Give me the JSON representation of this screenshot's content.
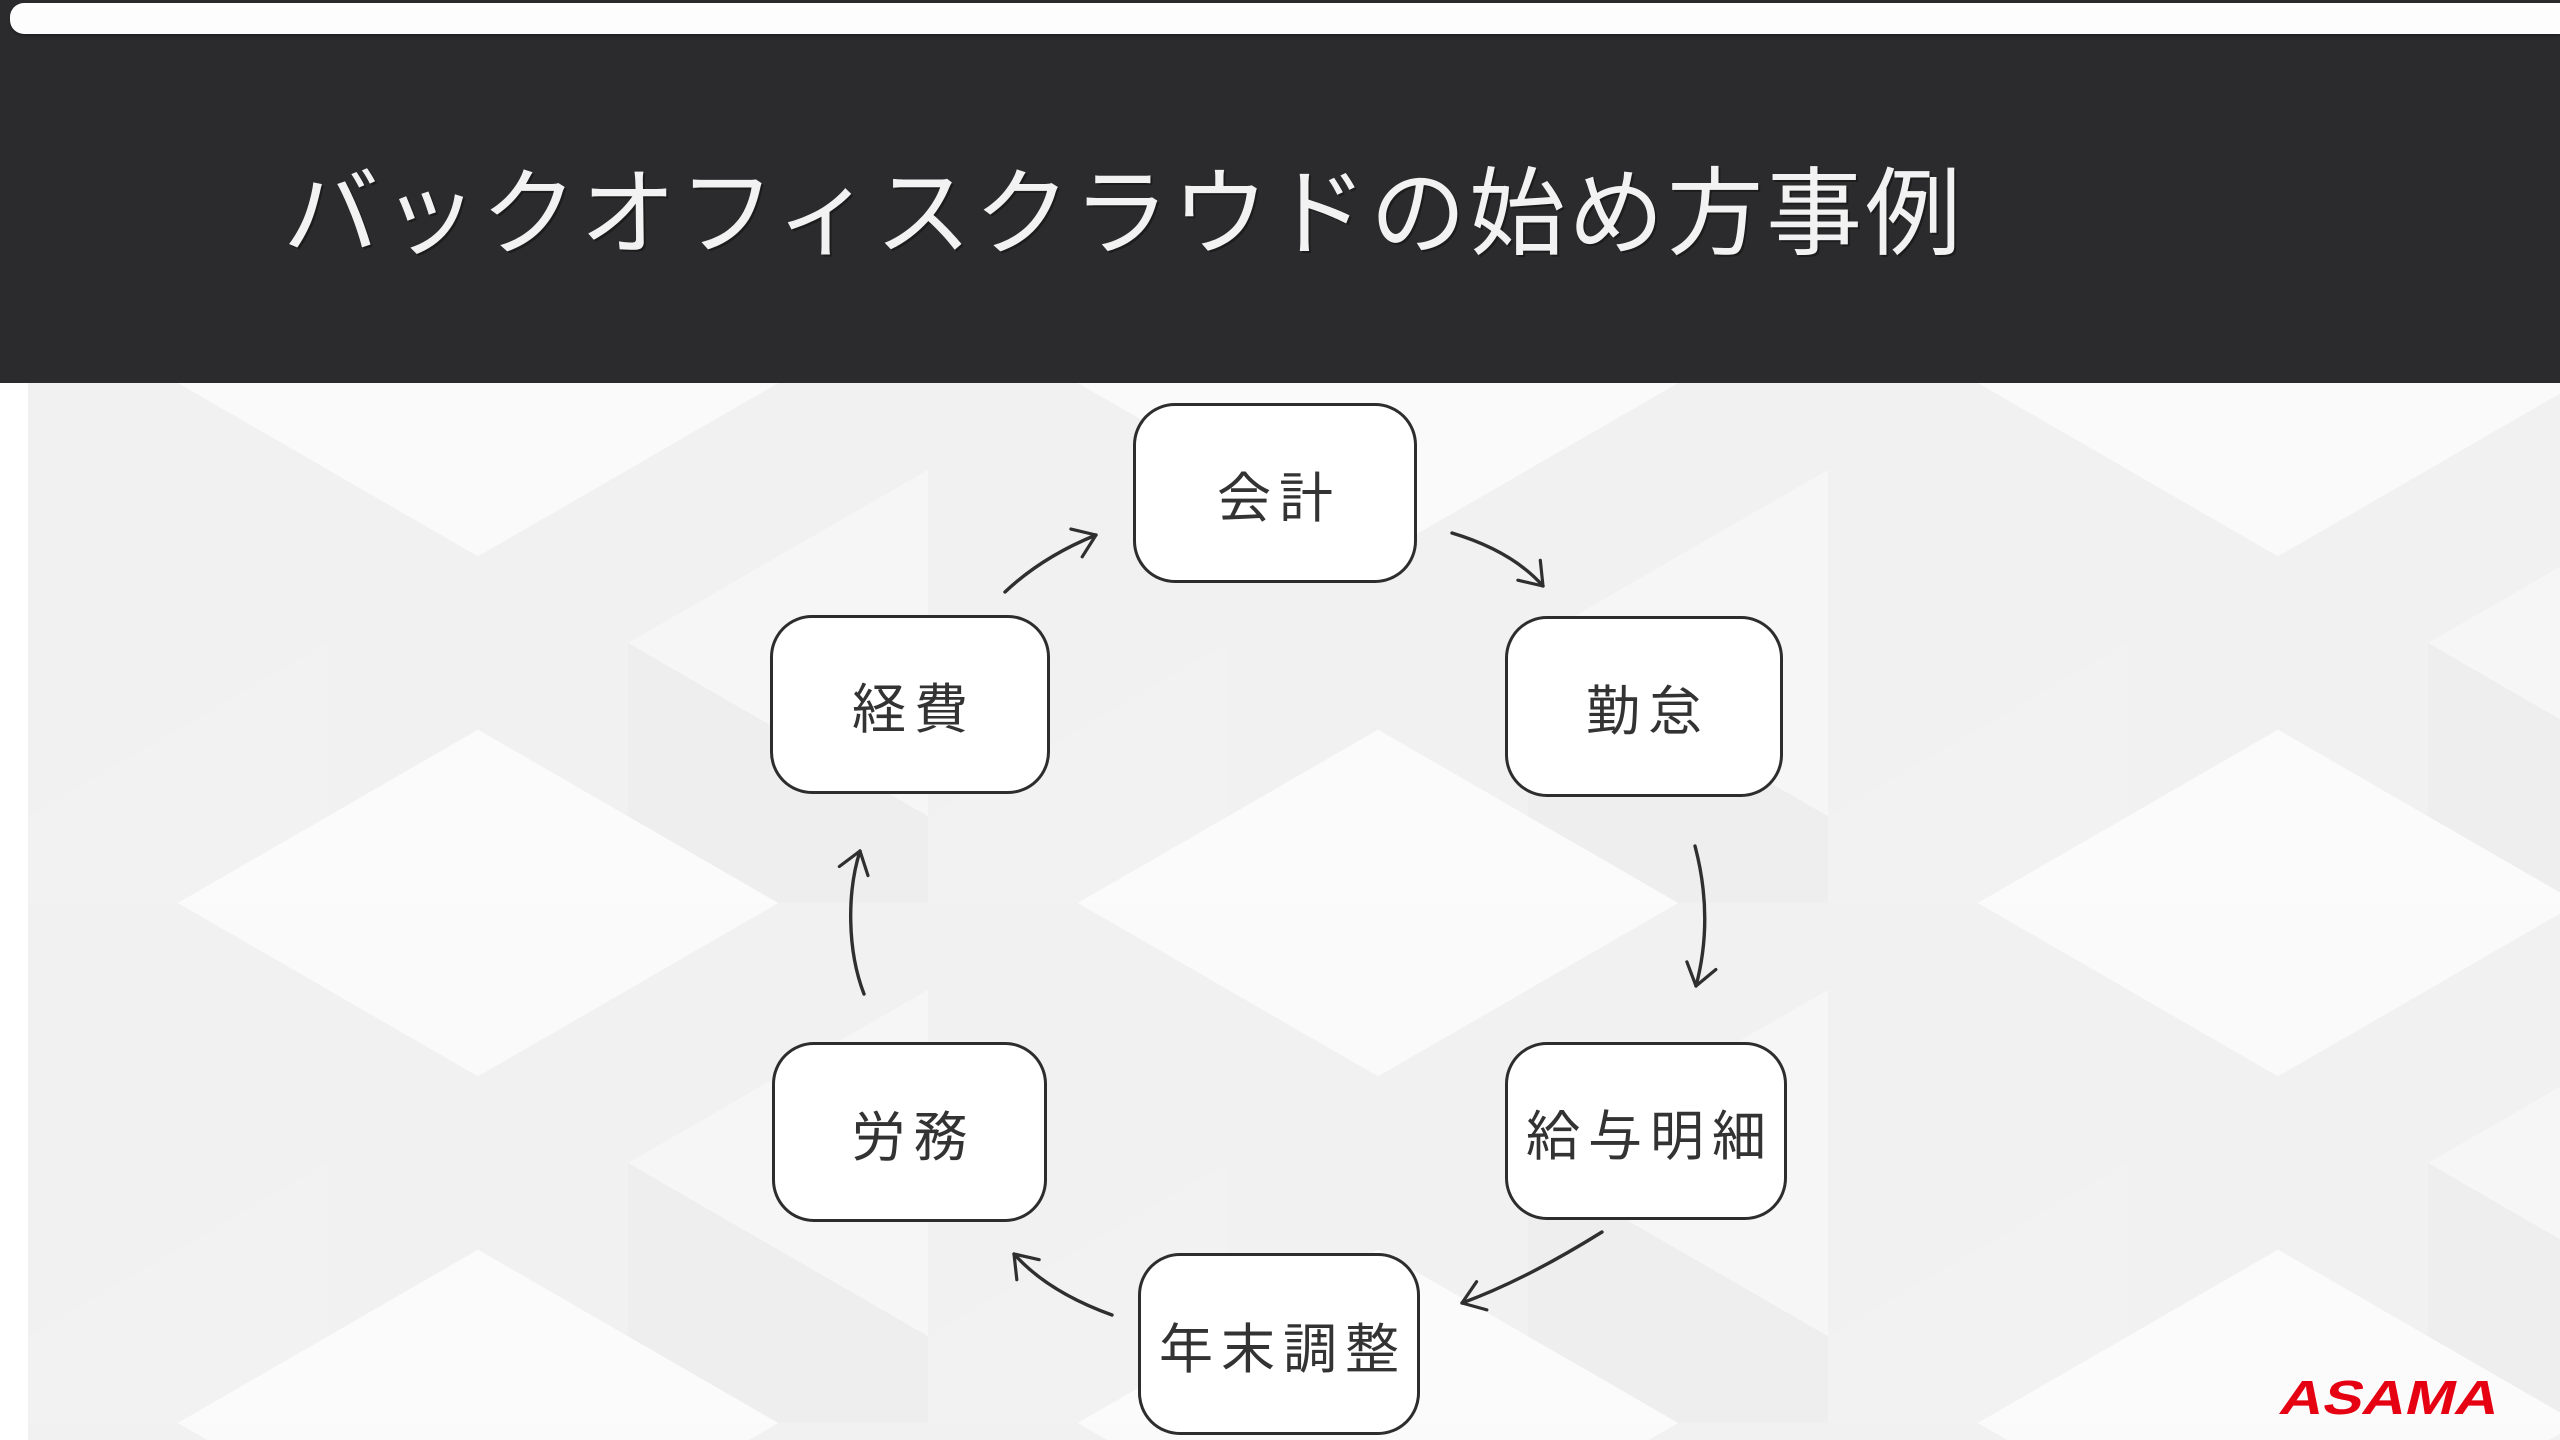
{
  "header": {
    "title": "バックオフィスクラウドの始め方事例"
  },
  "diagram": {
    "type": "cycle",
    "direction": "clockwise",
    "nodes": [
      {
        "label": "会計"
      },
      {
        "label": "勤怠"
      },
      {
        "label": "給与明細"
      },
      {
        "label": "年末調整"
      },
      {
        "label": "労務"
      },
      {
        "label": "経費"
      }
    ],
    "edges": [
      {
        "from": "会計",
        "to": "勤怠"
      },
      {
        "from": "勤怠",
        "to": "給与明細"
      },
      {
        "from": "給与明細",
        "to": "年末調整"
      },
      {
        "from": "年末調整",
        "to": "労務"
      },
      {
        "from": "労務",
        "to": "経費"
      },
      {
        "from": "経費",
        "to": "会計"
      }
    ]
  },
  "branding": {
    "logo_text": "ASAMA",
    "logo_color": "#e50012"
  },
  "colors": {
    "header_bg": "#2b2b2d",
    "title_text": "#f2f2f2",
    "panel_bg": "#f1f1f1",
    "node_fill": "#ffffff",
    "node_border": "#2d2d2d",
    "node_text": "#333333",
    "arrow": "#2f2f2f"
  }
}
